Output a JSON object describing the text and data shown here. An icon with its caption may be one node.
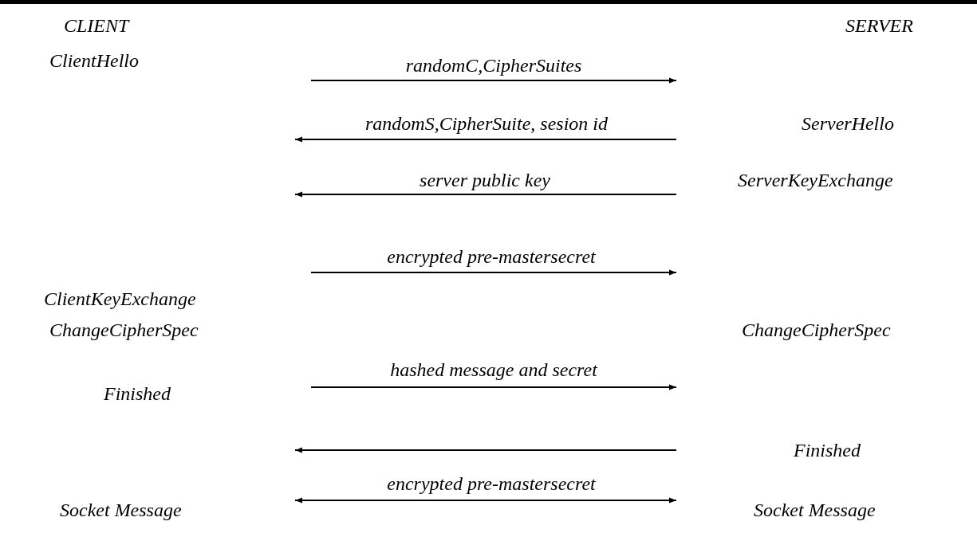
{
  "diagram": {
    "labels": [
      "CLIENT",
      "SERVER",
      "ClientHello",
      "randomC,CipherSuites",
      "randomS,CipherSuite, sesion id",
      "ServerHello",
      "server public key",
      "ServerKeyExchange",
      "encrypted pre-mastersecret",
      "ClientKeyExchange",
      "ChangeCipherSpec",
      "ChangeCipherSpec",
      "hashed message and secret",
      "Finished",
      "Finished",
      "Socket Message",
      "encrypted pre-mastersecret",
      "Socket Message"
    ]
  }
}
